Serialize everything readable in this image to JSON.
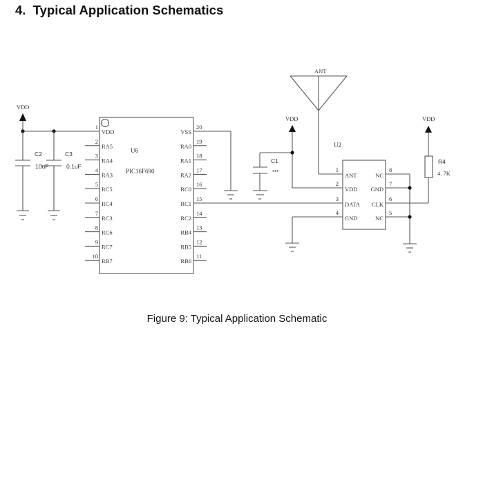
{
  "section": {
    "number": "4.",
    "title": "Typical Application Schematics"
  },
  "figure": {
    "caption": "Figure 9: Typical Application Schematic"
  },
  "power_labels": {
    "vdd_left": "VDD",
    "vdd_mid": "VDD",
    "vdd_right": "VDD"
  },
  "antenna": {
    "label": "ANT"
  },
  "capacitors": [
    {
      "ref": "C2",
      "value": "10uF"
    },
    {
      "ref": "C3",
      "value": "0.1uF"
    },
    {
      "ref": "C1",
      "value": "***"
    }
  ],
  "resistor": {
    "ref": "R4",
    "value": "4. 7K"
  },
  "u6": {
    "ref": "U6",
    "part": "PIC16F690",
    "left_pins": [
      {
        "num": "1",
        "name": "VDD"
      },
      {
        "num": "2",
        "name": "RA5"
      },
      {
        "num": "3",
        "name": "RA4"
      },
      {
        "num": "4",
        "name": "RA3"
      },
      {
        "num": "5",
        "name": "RC5"
      },
      {
        "num": "6",
        "name": "RC4"
      },
      {
        "num": "7",
        "name": "RC3"
      },
      {
        "num": "8",
        "name": "RC6"
      },
      {
        "num": "9",
        "name": "RC7"
      },
      {
        "num": "10",
        "name": "RB7"
      }
    ],
    "right_pins": [
      {
        "num": "20",
        "name": "VSS"
      },
      {
        "num": "19",
        "name": "RA0"
      },
      {
        "num": "18",
        "name": "RA1"
      },
      {
        "num": "17",
        "name": "RA2"
      },
      {
        "num": "16",
        "name": "RC0"
      },
      {
        "num": "15",
        "name": "RC1"
      },
      {
        "num": "14",
        "name": "RC2"
      },
      {
        "num": "13",
        "name": "RB4"
      },
      {
        "num": "12",
        "name": "RB5"
      },
      {
        "num": "11",
        "name": "RB6"
      }
    ]
  },
  "u2": {
    "ref": "U2",
    "left_pins": [
      {
        "num": "1",
        "name": "ANT"
      },
      {
        "num": "2",
        "name": "VDD"
      },
      {
        "num": "3",
        "name": "DATA"
      },
      {
        "num": "4",
        "name": "GND"
      }
    ],
    "right_pins": [
      {
        "num": "8",
        "name": "NC"
      },
      {
        "num": "7",
        "name": "GND"
      },
      {
        "num": "6",
        "name": "CLK"
      },
      {
        "num": "5",
        "name": "NC"
      }
    ]
  }
}
